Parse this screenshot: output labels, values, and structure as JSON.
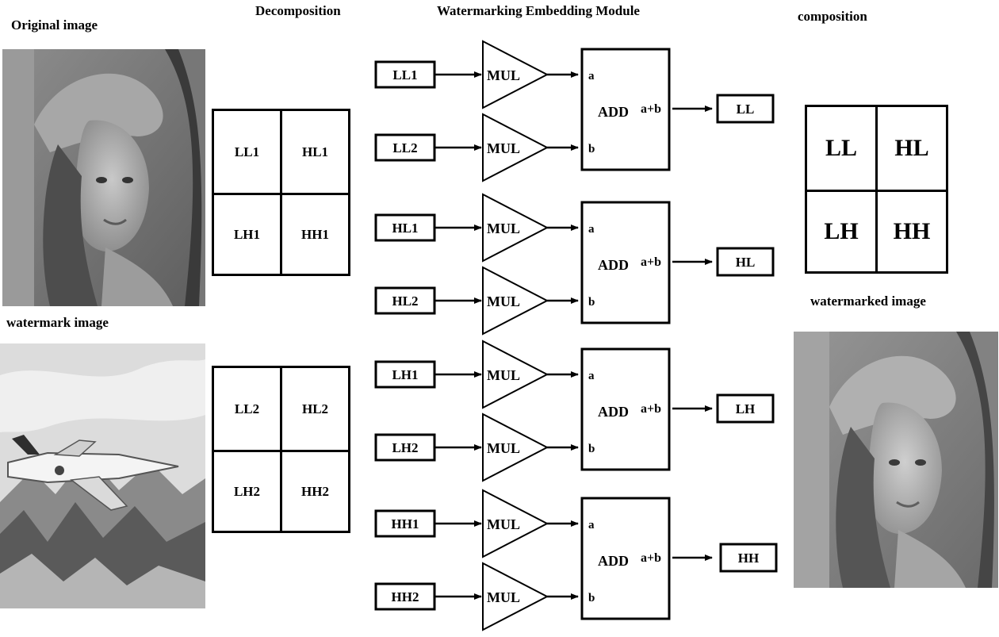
{
  "headings": {
    "original_image": "Original image",
    "decomposition": "Decomposition",
    "module": "Watermarking Embedding Module",
    "composition": "composition",
    "watermark_image": "watermark image",
    "watermarked_image": "watermarked image"
  },
  "decomposition_original": {
    "tl": "LL1",
    "tr": "HL1",
    "bl": "LH1",
    "br": "HH1"
  },
  "decomposition_watermark": {
    "tl": "LL2",
    "tr": "HL2",
    "bl": "LH2",
    "br": "HH2"
  },
  "composition_grid": {
    "tl": "LL",
    "tr": "HL",
    "bl": "LH",
    "br": "HH"
  },
  "mul_label": "MUL",
  "add_label": "ADD",
  "add_port_a": "a",
  "add_port_b": "b",
  "add_output": "a+b",
  "module_rows": [
    {
      "in1": "LL1",
      "in2": "LL2",
      "out": "LL"
    },
    {
      "in1": "HL1",
      "in2": "HL2",
      "out": "HL"
    },
    {
      "in1": "LH1",
      "in2": "LH2",
      "out": "LH"
    },
    {
      "in1": "HH1",
      "in2": "HH2",
      "out": "HH"
    }
  ]
}
